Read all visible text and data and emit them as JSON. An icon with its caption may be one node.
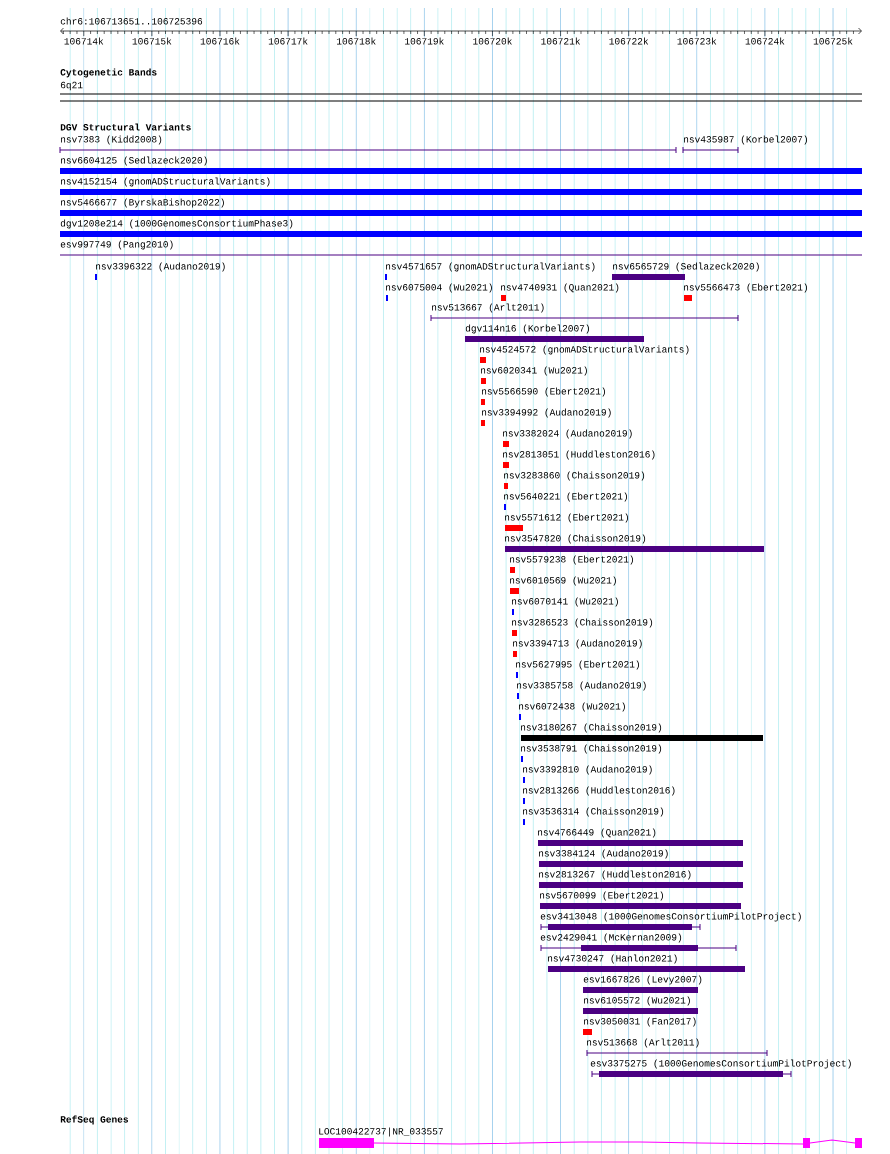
{
  "diagram": {
    "nodes": [
      {
        "text": [
          "nsv7383 (Kidd2008)"
        ]
      },
      {
        "text": [
          "nsv435987 (Korbel2007)"
        ]
      },
      {
        "text": [
          "nsv6604125 (Sedlazeck2020)"
        ]
      },
      {
        "text": [
          "nsv4152154 (gnomADStructuralVariants)"
        ]
      },
      {
        "text": [
          "nsv5466677 (ByrskaBishop2022)"
        ]
      },
      {
        "text": [
          "dgv1208e214 (1000GenomesConsortiumPhase3)"
        ]
      },
      {
        "text": [
          "esv997749 (Pang2010)"
        ]
      },
      {
        "text": [
          "nsv3396322 (Audano2019)"
        ]
      },
      {
        "text": [
          "nsv4571657 (gnomADStructuralVariants)"
        ]
      },
      {
        "text": [
          "nsv6565729 (Sedlazeck2020)"
        ]
      },
      {
        "text": [
          "nsv6075004 (Wu2021)"
        ]
      },
      {
        "text": [
          "nsv4740931 (Quan2021)"
        ]
      },
      {
        "text": [
          "nsv5566473 (Ebert2021)"
        ]
      },
      {
        "text": [
          "nsv513667 (Arlt2011)"
        ]
      },
      {
        "text": [
          "dgv114n16 (Korbel2007)"
        ]
      },
      {
        "text": [
          "nsv4524572 (gnomADStructuralVariants)"
        ]
      },
      {
        "text": [
          "nsv6020341 (Wu2021)"
        ]
      },
      {
        "text": [
          "nsv5566590 (Ebert2021)"
        ]
      },
      {
        "text": [
          "nsv3394992 (Audano2019)"
        ]
      },
      {
        "text": [
          "nsv3382024 (Audano2019)"
        ]
      },
      {
        "text": [
          "nsv2813051 (Huddleston2016)"
        ]
      },
      {
        "text": [
          "nsv3283860 (Chaisson2019)"
        ]
      },
      {
        "text": [
          "nsv5640221 (Ebert2021)"
        ]
      },
      {
        "text": [
          "nsv5571612 (Ebert2021)"
        ]
      },
      {
        "text": [
          "nsv3547820 (Chaisson2019)"
        ]
      },
      {
        "text": [
          "nsv5579238 (Ebert2021)"
        ]
      },
      {
        "text": [
          "nsv6010569 (Wu2021)"
        ]
      },
      {
        "text": [
          "nsv6070141 (Wu2021)"
        ]
      },
      {
        "text": [
          "nsv3286523 (Chaisson2019)"
        ]
      },
      {
        "text": [
          "nsv3394713 (Audano2019)"
        ]
      },
      {
        "text": [
          "nsv5627995 (Ebert2021)"
        ]
      },
      {
        "text": [
          "nsv3385758 (Audano2019)"
        ]
      },
      {
        "text": [
          "nsv6072438 (Wu2021)"
        ]
      },
      {
        "text": [
          "nsv3180267 (Chaisson2019)"
        ]
      },
      {
        "text": [
          "nsv3538791 (Chaisson2019)"
        ]
      },
      {
        "text": [
          "nsv3392810 (Audano2019)"
        ]
      },
      {
        "text": [
          "nsv2813266 (Huddleston2016)"
        ]
      },
      {
        "text": [
          "nsv3536314 (Chaisson2019)"
        ]
      },
      {
        "text": [
          "nsv4766449 (Quan2021)"
        ]
      },
      {
        "text": [
          "nsv3384124 (Audano2019)"
        ]
      },
      {
        "text": [
          "nsv2813267 (Huddleston2016)"
        ]
      },
      {
        "text": [
          "nsv5670099 (Ebert2021)"
        ]
      },
      {
        "text": [
          "esv3413048 (1000GenomesConsortiumPilotProject)"
        ]
      },
      {
        "text": [
          "esv2429041 (McKernan2009)"
        ]
      },
      {
        "text": [
          "nsv4730247 (Hanlon2021)"
        ]
      },
      {
        "text": [
          "esv1667826 (Levy2007)"
        ]
      },
      {
        "text": [
          "nsv6105572 (Wu2021)"
        ]
      },
      {
        "text": [
          "nsv3050031 (Fan2017)"
        ]
      },
      {
        "text": [
          "nsv513668 (Arlt2011)"
        ]
      },
      {
        "text": [
          "esv3375275 (1000GenomesConsortiumPilotProject)"
        ]
      },
      {
        "text": [
          "LOC100422737|NR_033557"
        ]
      }
    ],
    "labels": [
      "chr6:106713651..106725396",
      "106714k",
      "106715k",
      "106716k",
      "106717k",
      "106718k",
      "106719k",
      "106720k",
      "106721k",
      "106722k",
      "106723k",
      "106724k",
      "106725k",
      "Cytogenetic Bands",
      "6q21",
      "DGV Structural Variants",
      "RefSeq Genes"
    ]
  }
}
